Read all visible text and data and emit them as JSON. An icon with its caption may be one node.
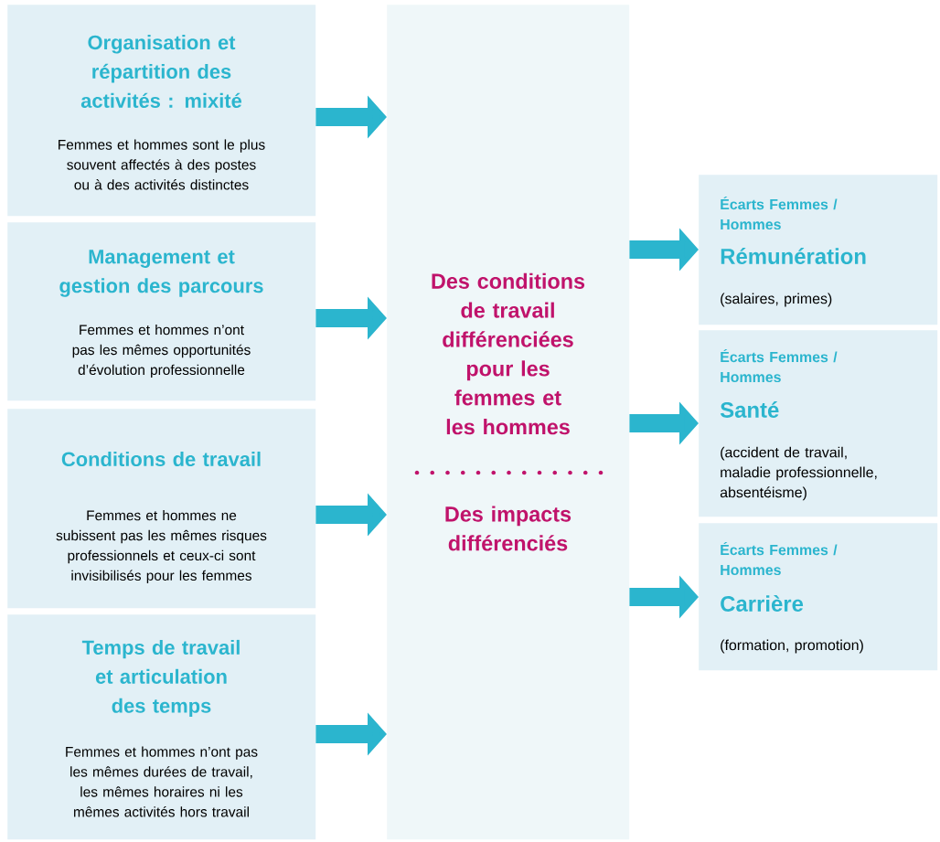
{
  "diagram": {
    "nodes": [
      {
        "text": [
          "Organisation et répartition des activités : mixité",
          "Femmes et hommes sont le plus souvent affectés à des postes ou à des activités distinctes"
        ]
      },
      {
        "text": [
          "Management et gestion des parcours",
          "Femmes et hommes n’ont pas les mêmes opportunités d’évolution professionnelle"
        ]
      },
      {
        "text": [
          "Conditions de travail",
          "Femmes et hommes ne subissent pas les mêmes risques professionnels et ceux-ci sont invisibilisés pour les femmes"
        ]
      },
      {
        "text": [
          "Temps de travail et articulation des temps",
          "Femmes et hommes n’ont pas les mêmes durées de travail, les mêmes horaires ni les mêmes activités hors travail"
        ]
      },
      {
        "text": [
          "Des conditions de travail différenciées pour les femmes et les hommes",
          "Des impacts différenciés"
        ]
      },
      {
        "text": [
          "Écarts Femmes / Hommes",
          "Rémunération",
          "(salaires, primes)"
        ]
      },
      {
        "text": [
          "Écarts Femmes / Hommes",
          "Santé",
          "(accident de travail, maladie professionnelle, absentéisme)"
        ]
      },
      {
        "text": [
          "Écarts Femmes / Hommes",
          "Carrière",
          "(formation, promotion)"
        ]
      }
    ],
    "edges": [
      {
        "from": 0,
        "to": 4,
        "arrow": "to"
      },
      {
        "from": 1,
        "to": 4,
        "arrow": "to"
      },
      {
        "from": 2,
        "to": 4,
        "arrow": "to"
      },
      {
        "from": 3,
        "to": 4,
        "arrow": "to"
      },
      {
        "from": 4,
        "to": 5,
        "arrow": "to"
      },
      {
        "from": 4,
        "to": 6,
        "arrow": "to"
      },
      {
        "from": 4,
        "to": 7,
        "arrow": "to"
      }
    ]
  }
}
